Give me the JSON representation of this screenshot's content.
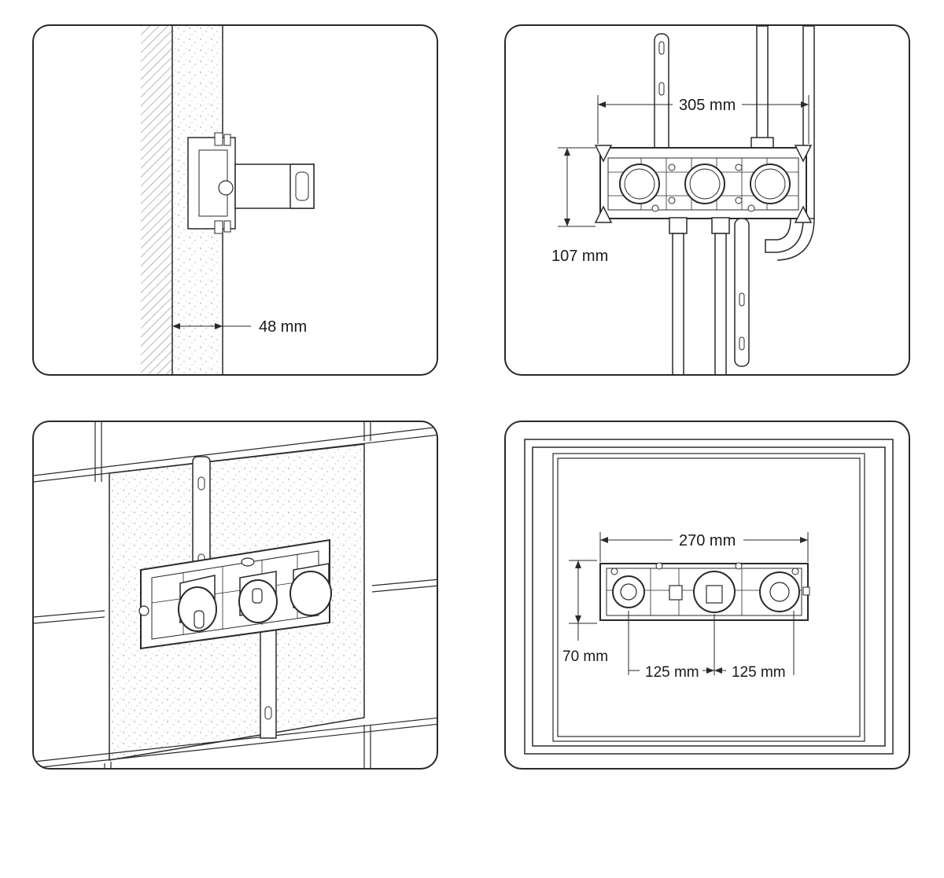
{
  "panels": [
    {
      "id": "wall-depth",
      "dimension": "48 mm"
    },
    {
      "id": "box-size",
      "width_label": "305 mm",
      "height_label": "107 mm"
    },
    {
      "id": "installed-on-wall"
    },
    {
      "id": "cut-out",
      "width_label": "270 mm",
      "height_label": "70 mm",
      "spacing_left": "125 mm",
      "spacing_right": "125 mm"
    }
  ],
  "colors": {
    "line": "#2a2a2a",
    "fill_light": "#f2f2f2",
    "fill_mid": "#e6e6e6"
  }
}
